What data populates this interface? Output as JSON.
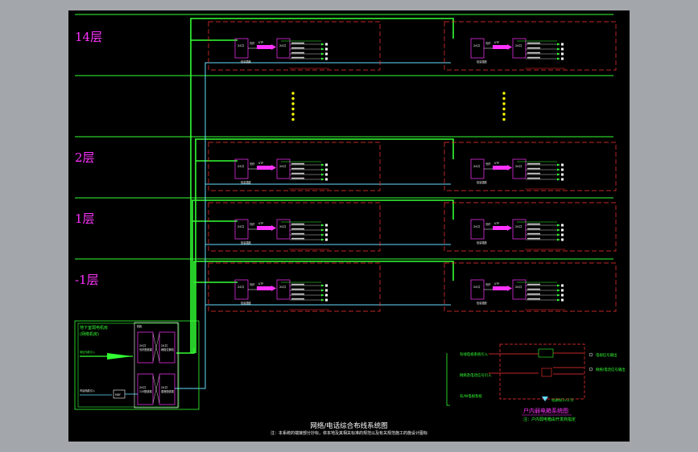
{
  "colors": {
    "floor_label": "#ff33ff",
    "trunk": "#33ff33",
    "cable": "#66ddff",
    "zone_dash": "#ff3333",
    "device_outline": "#ff33ff",
    "dots": "#ffff00"
  },
  "diagram": {
    "title": "网络/电话综合布线系统图",
    "note": "注：本系统的端接部分抄标，依本地及其相关标准的规范以及有关规范施工的施设计图标",
    "floors": [
      {
        "label": "14层"
      },
      {
        "label": "2层"
      },
      {
        "label": "1层"
      },
      {
        "label": "-1层"
      }
    ],
    "device_tags": {
      "switch": "24口",
      "cable_tag": "UTP",
      "patch": "24口",
      "port_label": "光纤",
      "outlet_label": "信息插座"
    },
    "equipment_room": {
      "title": "地下室弱电机房",
      "subtitle": "(网络机房)",
      "rack_title": "机柜",
      "rack_items": [
        "24口",
        "24口",
        "24口",
        "24口"
      ],
      "rack_labels": [
        "光纤配线架",
        "网络交换机",
        "110配线架",
        "语音配线架"
      ],
      "incoming": [
        "电信光缆引入",
        "市话电缆引入"
      ],
      "small_box": "MDF"
    },
    "legend": {
      "rows": [
        "有线电视系统引入",
        "网络及电话信号引入",
        "有/W电视系统"
      ],
      "right_labels": [
        "电视信号输出",
        "网络/电话信号输出"
      ],
      "bottom_note": "电源线(3×2.5)",
      "caption_pink": "户内弱电箱系统图",
      "caption_green": "注：户内弱电箱由开发商指定"
    }
  }
}
